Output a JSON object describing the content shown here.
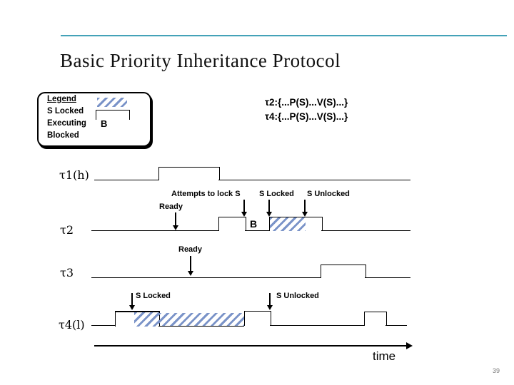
{
  "slide": {
    "title": "Basic Priority Inheritance Protocol",
    "page_number": "39",
    "time_axis_label": "time"
  },
  "legend": {
    "title": "Legend",
    "items": [
      {
        "label": "S Locked",
        "swatch": "hatch"
      },
      {
        "label": "Executing",
        "swatch": "step-outline"
      },
      {
        "label": "Blocked",
        "swatch": "letter",
        "swatch_text": "B"
      }
    ]
  },
  "code_lines": [
    "τ2:{...P(S)...V(S)...}",
    "τ4:{...P(S)...V(S)...}"
  ],
  "rows": [
    {
      "label": "τ1(h)"
    },
    {
      "label": "τ2"
    },
    {
      "label": "τ3"
    },
    {
      "label": "τ4(l)"
    }
  ],
  "annotations": {
    "attempts_to_lock": "Attempts to lock S",
    "s_locked": "S Locked",
    "s_unlocked": "S Unlocked",
    "ready": "Ready",
    "blocked_marker": "B"
  },
  "colors": {
    "accent_line": "#44A2B8",
    "hatch": "#7A93C8"
  }
}
